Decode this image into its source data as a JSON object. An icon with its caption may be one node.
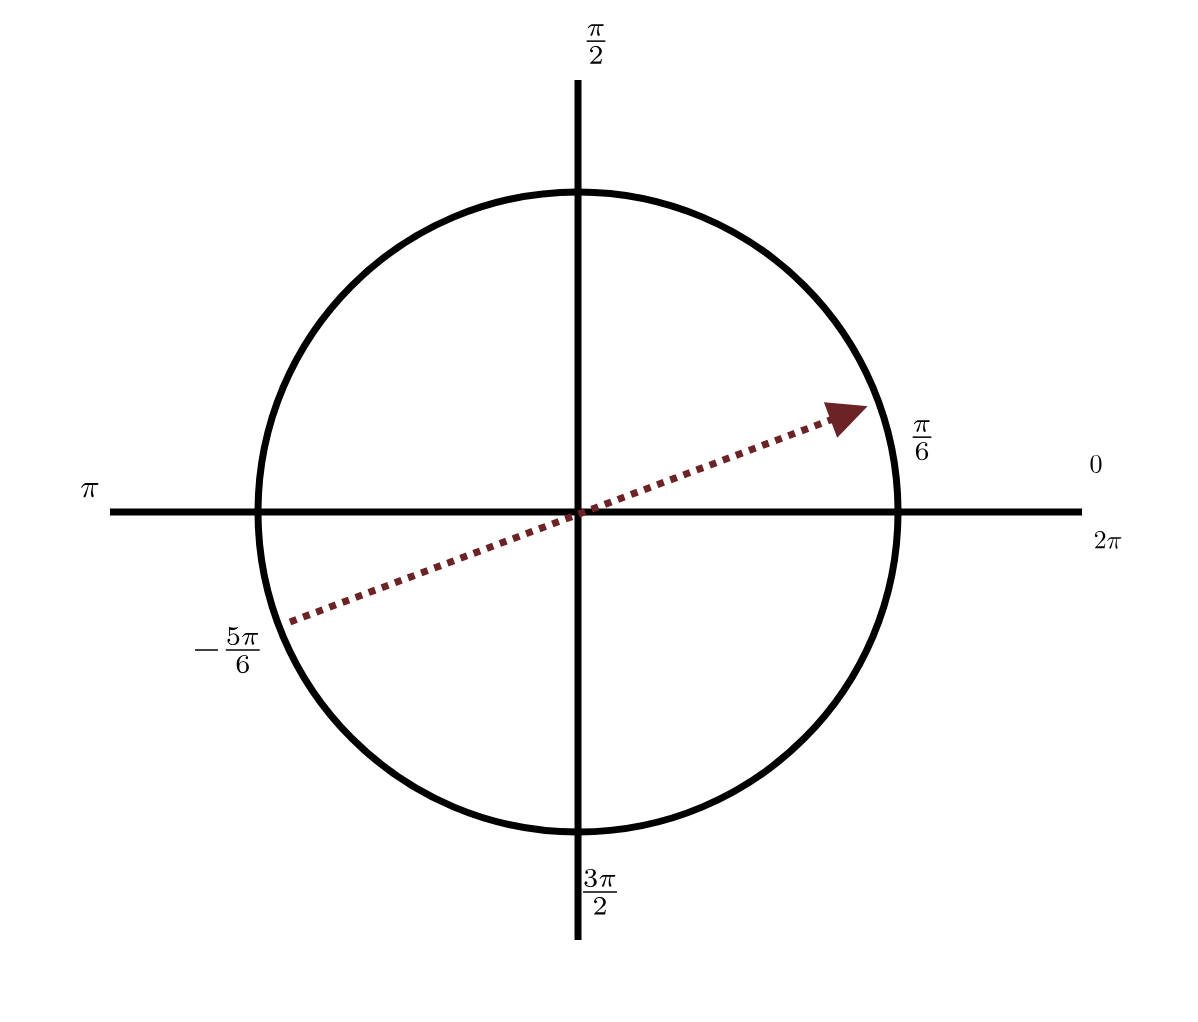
{
  "diagram": {
    "labels": [
      "\\frac{\\pi}{2}",
      "\\frac{\\pi}{6}",
      "\\pi",
      "0",
      "2\\pi",
      "-\\frac{5\\pi}{6}",
      "\\frac{3\\pi}{2}"
    ]
  }
}
